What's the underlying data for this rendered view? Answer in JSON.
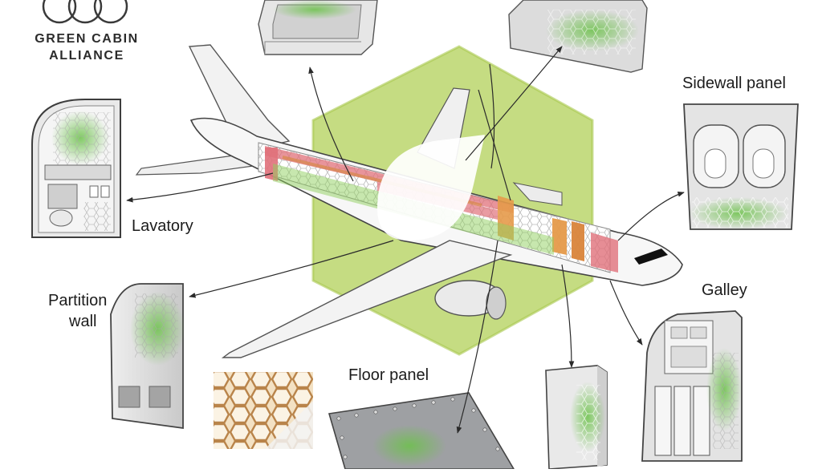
{
  "logo": {
    "line1": "GREEN CABIN",
    "line2": "ALLIANCE",
    "rings_icon": "three-rings-icon"
  },
  "labels": {
    "lavatory": "Lavatory",
    "partition_line1": "Partition",
    "partition_line2": "wall",
    "sidewall": "Sidewall panel",
    "galley": "Galley",
    "floor": "Floor panel"
  },
  "colors": {
    "green_overlay": "#b5d25f",
    "honeycomb_green": "#8fcf5e",
    "cabin_red": "#e0707a",
    "cabin_orange": "#e59a4a",
    "panel_gray": "#d7d8da",
    "line_dark": "#3a3a3a",
    "honeycomb_core": "#c99a52"
  }
}
